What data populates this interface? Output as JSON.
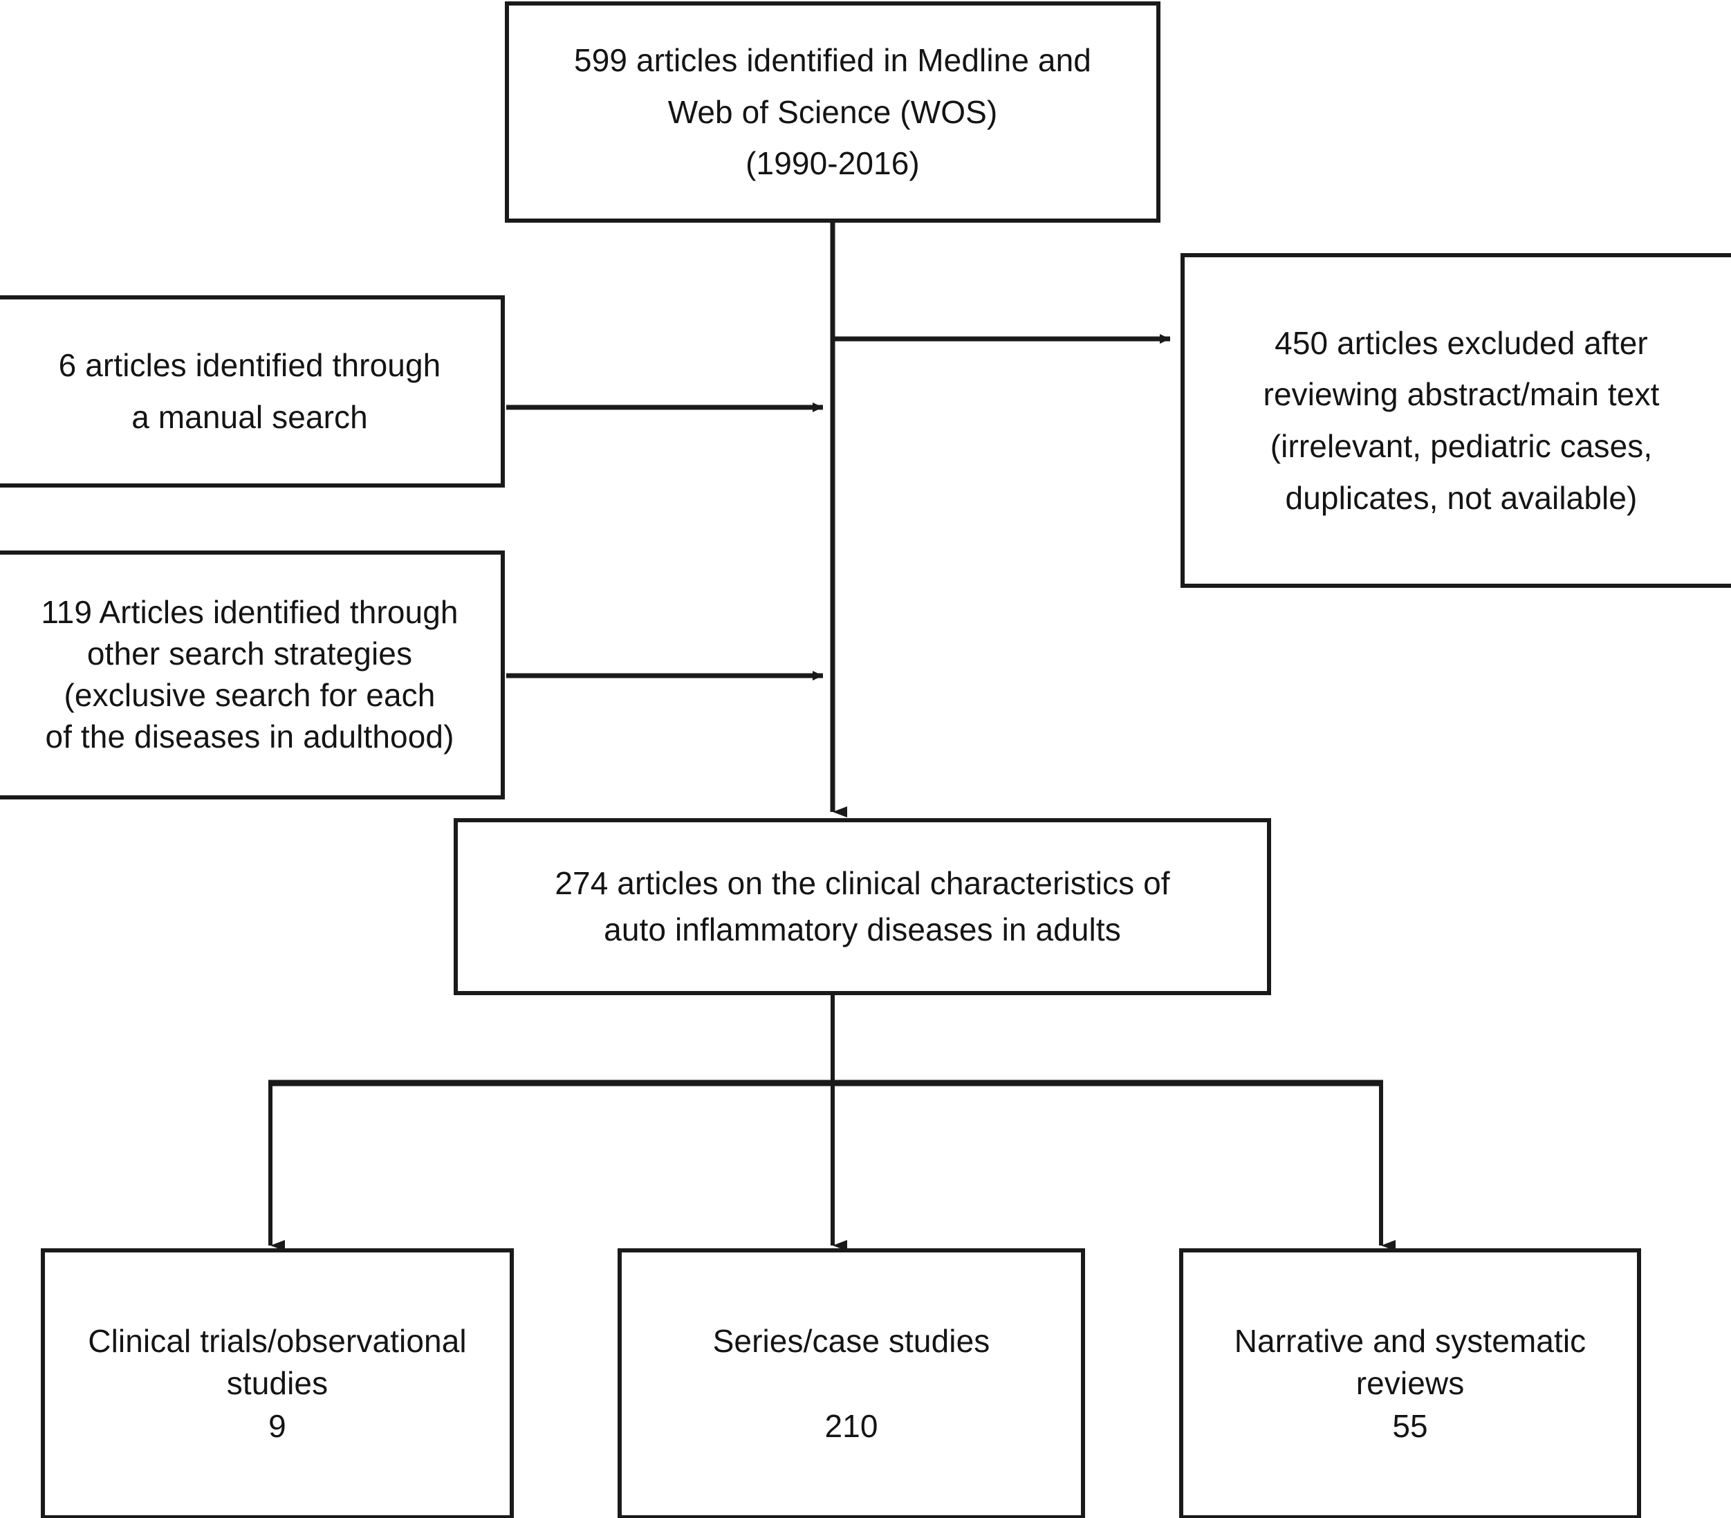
{
  "diagram": {
    "title": "PRISMA-style article selection flow diagram",
    "line_color": "#1a1a1a",
    "text_color": "#141414",
    "background": "#ffffff"
  },
  "nodes": {
    "identified": {
      "id": "identified",
      "text": "599 articles identified in Medline and\nWeb of Science (WOS)\n(1990-2016)",
      "count": 599
    },
    "manual": {
      "id": "manual",
      "text": "6 articles identified through\na manual search",
      "count": 6
    },
    "other_search": {
      "id": "other_search",
      "text": "119 Articles identified through\nother search strategies\n(exclusive search for each\nof the diseases in adulthood)",
      "count": 119
    },
    "excluded": {
      "id": "excluded",
      "text": "450 articles excluded after\nreviewing abstract/main text\n(irrelevant, pediatric cases,\nduplicates, not available)",
      "count": 450
    },
    "included": {
      "id": "included",
      "text": "274 articles on the clinical characteristics of\nauto inflammatory diseases in adults",
      "count": 274
    },
    "trials": {
      "id": "trials",
      "text": "Clinical trials/observational\nstudies\n9",
      "count": 9
    },
    "series": {
      "id": "series",
      "text": "Series/case studies\n\n210",
      "count": 210
    },
    "reviews": {
      "id": "reviews",
      "text": "Narrative and systematic\nreviews\n55",
      "count": 55
    }
  },
  "edges": [
    {
      "from": "identified",
      "to": "included",
      "kind": "vertical-trunk"
    },
    {
      "from": "identified",
      "to": "excluded",
      "kind": "branch-right-arrow"
    },
    {
      "from": "manual",
      "to": "included",
      "kind": "horizontal-right-arrow"
    },
    {
      "from": "other_search",
      "to": "included",
      "kind": "horizontal-right-arrow"
    },
    {
      "from": "included",
      "to": "trials",
      "kind": "split-down-arrow"
    },
    {
      "from": "included",
      "to": "series",
      "kind": "split-down-arrow"
    },
    {
      "from": "included",
      "to": "reviews",
      "kind": "split-down-arrow"
    }
  ],
  "chart_data": {
    "type": "diagram",
    "title": "Article selection flow",
    "stages": [
      {
        "label": "Identified in Medline and Web of Science (WOS) (1990-2016)",
        "value": 599
      },
      {
        "label": "Identified through a manual search",
        "value": 6
      },
      {
        "label": "Identified through other search strategies",
        "value": 119
      },
      {
        "label": "Excluded after reviewing abstract/main text",
        "value": 450
      },
      {
        "label": "Articles on the clinical characteristics of auto inflammatory diseases in adults",
        "value": 274
      },
      {
        "label": "Clinical trials/observational studies",
        "value": 9
      },
      {
        "label": "Series/case studies",
        "value": 210
      },
      {
        "label": "Narrative and systematic reviews",
        "value": 55
      }
    ]
  }
}
